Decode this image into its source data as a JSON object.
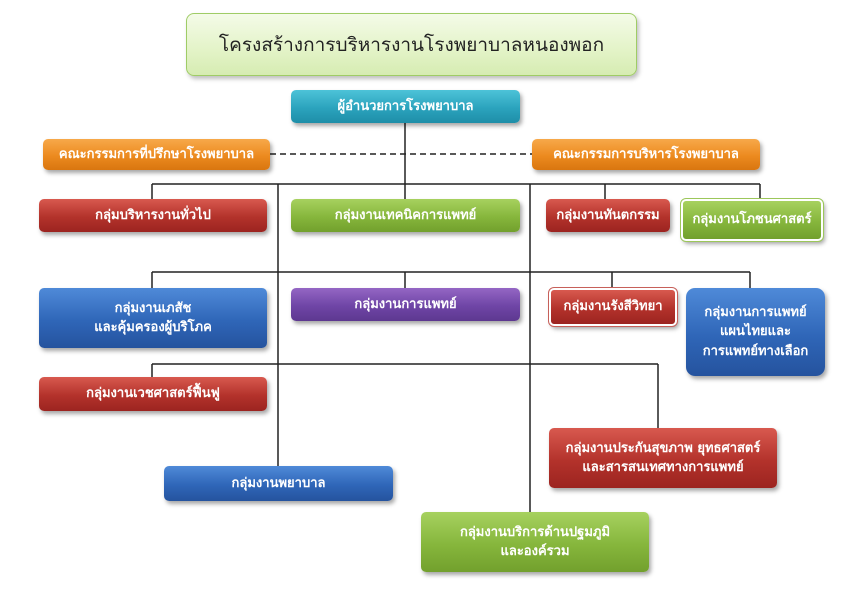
{
  "title": "โครงสร้างการบริหารงานโรงพยาบาลหนองพอก",
  "nodes": {
    "director": "ผู้อำนวยการโรงพยาบาล",
    "advisory_committee": "คณะกรรมการที่ปรึกษาโรงพยาบาล",
    "admin_committee": "คณะกรรมการบริหารโรงพยาบาล",
    "general_admin": "กลุ่มบริหารงานทั่วไป",
    "medical_tech": "กลุ่มงานเทคนิคการแพทย์",
    "dental": "กลุ่มงานทันตกรรม",
    "nutrition": "กลุ่มงานโภชนศาสตร์",
    "pharmacy": [
      "กลุ่มงานเภสัช",
      "และคุ้มครองผู้บริโภค"
    ],
    "medical": "กลุ่มงานการแพทย์",
    "radiology": "กลุ่มงานรังสีวิทยา",
    "thai_medicine": [
      "กลุ่มงานการแพทย์",
      "แผนไทยและ",
      "การแพทย์ทางเลือก"
    ],
    "rehab": "กลุ่มงานเวชศาสตร์ฟื้นฟู",
    "insurance": [
      "กลุ่มงานประกันสุขภาพ ยุทธศาสตร์",
      "และสารสนเทศทางการแพทย์"
    ],
    "nursing": "กลุ่มงานพยาบาล",
    "primary_care": [
      "กลุ่มงานบริการด้านปฐมภูมิ",
      "และองค์รวม"
    ]
  }
}
